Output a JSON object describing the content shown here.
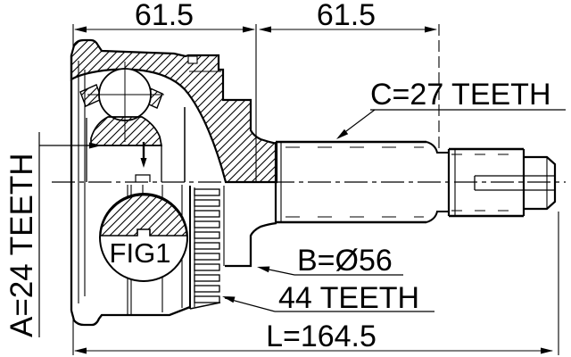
{
  "drawing": {
    "figure_callout": "FIG1",
    "dimensions": {
      "top_left_width": "61.5",
      "top_right_width": "61.5",
      "overall_length": "L=164.5"
    },
    "annotations": {
      "inner_spline_teeth": "A=24 TEETH",
      "outer_diameter": "B=Ø56",
      "abs_ring_teeth": "44 TEETH",
      "shaft_spline_teeth": "C=27 TEETH"
    },
    "colors": {
      "line": "#000000",
      "background": "#ffffff"
    }
  }
}
